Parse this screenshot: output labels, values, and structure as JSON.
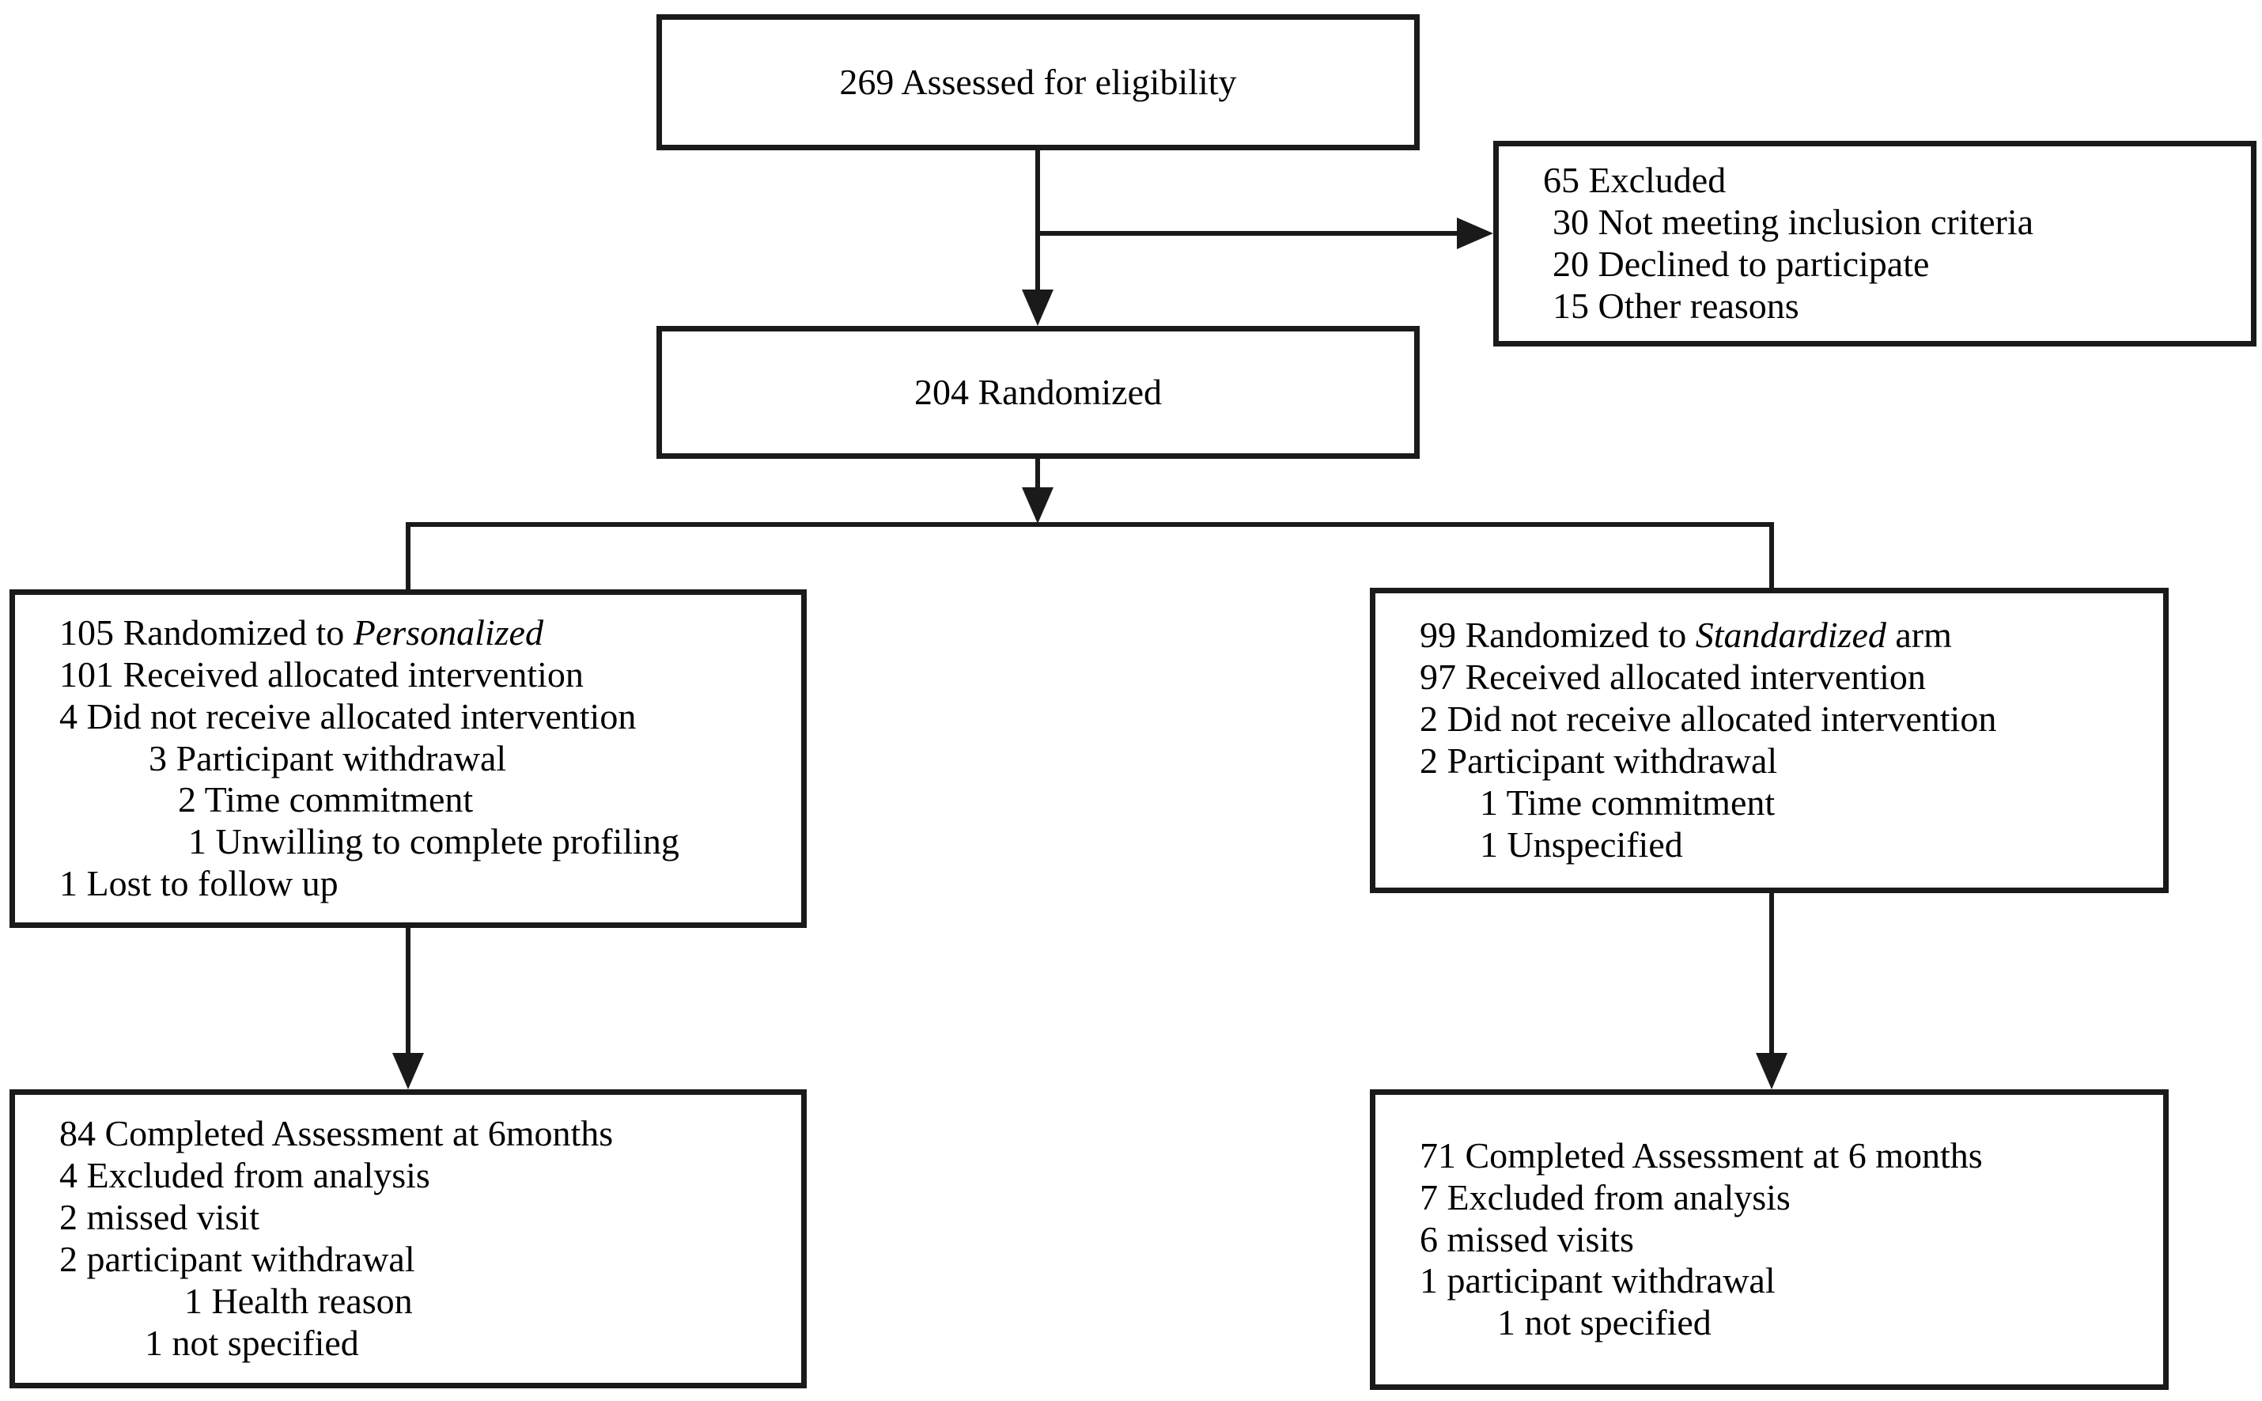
{
  "diagram": {
    "type": "consort-flow-chart",
    "colors": {
      "line": "#1a1a1a",
      "background": "#ffffff",
      "text": "#000000"
    },
    "boxes": {
      "eligibility": {
        "align": "center",
        "lines": [
          {
            "indent": 0,
            "segments": [
              {
                "text": "269 Assessed for eligibility"
              }
            ]
          }
        ]
      },
      "excluded": {
        "align": "left",
        "lines": [
          {
            "indent": 0,
            "segments": [
              {
                "text": "65 Excluded"
              }
            ]
          },
          {
            "indent": 12,
            "segments": [
              {
                "text": "30 Not meeting inclusion criteria"
              }
            ]
          },
          {
            "indent": 12,
            "segments": [
              {
                "text": "20 Declined to participate"
              }
            ]
          },
          {
            "indent": 12,
            "segments": [
              {
                "text": "15 Other reasons"
              }
            ]
          }
        ]
      },
      "randomized": {
        "align": "center",
        "lines": [
          {
            "indent": 0,
            "segments": [
              {
                "text": "204 Randomized"
              }
            ]
          }
        ]
      },
      "personalized_arm": {
        "align": "left",
        "lines": [
          {
            "indent": 0,
            "segments": [
              {
                "text": "105 Randomized to "
              },
              {
                "text": "Personalized",
                "italic": true
              }
            ]
          },
          {
            "indent": 0,
            "segments": [
              {
                "text": "101 Received allocated intervention"
              }
            ]
          },
          {
            "indent": 0,
            "segments": [
              {
                "text": "4 Did not receive allocated intervention"
              }
            ]
          },
          {
            "indent": 113,
            "segments": [
              {
                "text": "3 Participant withdrawal"
              }
            ]
          },
          {
            "indent": 150,
            "segments": [
              {
                "text": "2 Time commitment"
              }
            ]
          },
          {
            "indent": 163,
            "segments": [
              {
                "text": "1 Unwilling to complete profiling"
              }
            ]
          },
          {
            "indent": 0,
            "segments": [
              {
                "text": "1 Lost to follow up"
              }
            ]
          }
        ]
      },
      "standardized_arm": {
        "align": "left",
        "lines": [
          {
            "indent": 0,
            "segments": [
              {
                "text": "99 Randomized to "
              },
              {
                "text": "Standardized",
                "italic": true
              },
              {
                "text": " arm"
              }
            ]
          },
          {
            "indent": 0,
            "segments": [
              {
                "text": "97 Received allocated intervention"
              }
            ]
          },
          {
            "indent": 0,
            "segments": [
              {
                "text": "2 Did not receive allocated intervention"
              }
            ]
          },
          {
            "indent": 0,
            "segments": [
              {
                "text": "2 Participant withdrawal"
              }
            ]
          },
          {
            "indent": 76,
            "segments": [
              {
                "text": "1 Time commitment"
              }
            ]
          },
          {
            "indent": 76,
            "segments": [
              {
                "text": "1 Unspecified"
              }
            ]
          }
        ]
      },
      "personalized_completed": {
        "align": "left",
        "lines": [
          {
            "indent": 0,
            "segments": [
              {
                "text": "84 Completed Assessment at 6months"
              }
            ]
          },
          {
            "indent": 0,
            "segments": [
              {
                "text": "4 Excluded from analysis"
              }
            ]
          },
          {
            "indent": 0,
            "segments": [
              {
                "text": "2 missed visit"
              }
            ]
          },
          {
            "indent": 0,
            "segments": [
              {
                "text": "2 participant withdrawal"
              }
            ]
          },
          {
            "indent": 158,
            "segments": [
              {
                "text": "1 Health reason"
              }
            ]
          },
          {
            "indent": 108,
            "segments": [
              {
                "text": "1 not specified"
              }
            ]
          }
        ]
      },
      "standardized_completed": {
        "align": "left",
        "lines": [
          {
            "indent": 0,
            "segments": [
              {
                "text": "71 Completed Assessment at 6 months"
              }
            ]
          },
          {
            "indent": 0,
            "segments": [
              {
                "text": "7 Excluded from analysis"
              }
            ]
          },
          {
            "indent": 0,
            "segments": [
              {
                "text": "6 missed visits"
              }
            ]
          },
          {
            "indent": 0,
            "segments": [
              {
                "text": "1 participant withdrawal"
              }
            ]
          },
          {
            "indent": 98,
            "segments": [
              {
                "text": "1 not specified"
              }
            ]
          }
        ]
      }
    }
  }
}
